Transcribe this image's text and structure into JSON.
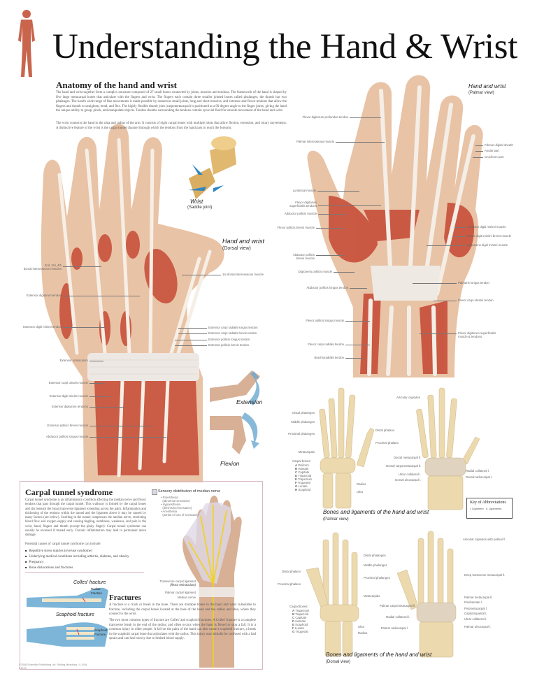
{
  "header": {
    "title": "Understanding the Hand & Wrist",
    "figure_icon": "human-muscle-figure-icon"
  },
  "anatomy": {
    "heading": "Anatomy of the hand and wrist",
    "paragraph1": "The hand and wrist together form a complex structure composed of 27 small bones connected by joints, muscles and tendons. The framework of the hand is shaped by five large metacarpal bones that articulate with the fingers and wrist. The fingers each contain three smaller jointed bones called phalanges; the thumb has two phalanges. The hand's wide range of fine movements is made possible by numerous small joints, long and short muscles, and extensor and flexor tendons that allow the fingers and thumb to straighten, bend, and flex. The highly flexible thumb joint (carpometacarpal) is positioned at a 90 degree angle to the finger joints, giving the hand the unique ability to grasp, pinch, and manipulate objects. Tendon sheaths surrounding the tendons contain synovial fluid for smooth movement of the hand and wrist.",
    "paragraph2": "The wrist connects the hand to the ulna and radius of the arm. It consists of eight carpal bones with multiple joints that allow flexion, extension, and rotary movements. A distinctive feature of the wrist is the carpal tunnel channel through which the tendons from the hand pass to reach the forearm."
  },
  "wrist_joint": {
    "title": "Wrist",
    "subtitle": "(Saddle joint)"
  },
  "dorsal": {
    "title": "Hand and wrist",
    "subtitle": "(Dorsal view)",
    "labels_left": [
      "2nd, 3rd, 4th\ndorsal interosseous muscles",
      "Extensor digitorum tendon",
      "Extensor digiti minimi tendon",
      "Extensor retinaculum",
      "Extensor carpi ulnaris muscle",
      "Extensor digiti minimi muscle",
      "Extensor digitorum tendons",
      "Extensor pollicis brevis muscle",
      "Abductor pollicis longus muscle"
    ],
    "labels_right": [
      "1st dorsal interosseous muscle",
      "Extensor carpi radialis longus tendon",
      "Extensor carpi radialis brevis tendon",
      "Extensor pollicis longus tendon",
      "Extensor pollicis brevis tendon"
    ]
  },
  "movement": {
    "extension": "Extension",
    "flexion": "Flexion"
  },
  "palmar": {
    "title": "Hand and wrist",
    "subtitle": "(Palmar view)",
    "labels_left": [
      "Flexor digitorum profundus tendon",
      "Palmar interosseous muscle",
      "Lumbrical muscle",
      "Flexor digitorum\nsuperficialis tendons",
      "Adductor pollicis muscle",
      "Flexor pollicis brevis muscle",
      "Abductor pollicis\nbrevis muscle",
      "Opponens pollicis muscle",
      "Abductor pollicis longus tendon",
      "Flexor pollicis longus muscle",
      "Flexor carpi radialis tendon",
      "Brachioradialis tendon"
    ],
    "labels_right": [
      "Fibrous digital sheath",
      "Anular part",
      "Cruciform part",
      "Abductor digiti minimi muscle",
      "Flexor digiti minimi brevis muscle",
      "Opponens digiti minimi muscle",
      "Palmaris longus tendon",
      "Flexor carpi ulnaris tendon",
      "Flexor digitorum superficialis\nmuscle & tendons"
    ]
  },
  "bones_palmar": {
    "caption": "Bones and ligaments of the hand and wrist",
    "subcaption": "(Palmar view)",
    "bone_labels": [
      "Distal phalanges",
      "Middle phalanges",
      "Proximal phalanges",
      "Metacarpals",
      "Carpal bones:",
      "Distal phalanx",
      "Proximal phalanx",
      "Radius",
      "Ulna"
    ],
    "carpals": [
      {
        "letter": "A",
        "name": "Pisiform"
      },
      {
        "letter": "B",
        "name": "Hamate"
      },
      {
        "letter": "C",
        "name": "Capitate"
      },
      {
        "letter": "D",
        "name": "Trapezoid"
      },
      {
        "letter": "E",
        "name": "Trapezium"
      },
      {
        "letter": "F",
        "name": "Triquetral"
      },
      {
        "letter": "G",
        "name": "Lunate"
      },
      {
        "letter": "H",
        "name": "Scaphoid"
      }
    ],
    "ligament_labels": [
      "Articular capsules",
      "Dorsal metacarpal ll.",
      "Dorsal carpometacarpal ll.",
      "Ulnar collateral l.",
      "Dorsal ulnocarpal l.",
      "Radial collateral l.",
      "Dorsal radiocarpal l."
    ]
  },
  "key": {
    "title": "Key of Abbreviations",
    "items": [
      "l. Ligament",
      "ll. Ligaments"
    ]
  },
  "bones_dorsal": {
    "caption": "Bones and ligaments of the hand and wrist",
    "subcaption": "(Dorsal view)",
    "bone_labels": [
      "Distal phalanges",
      "Middle phalanges",
      "Proximal phalanges",
      "Metacarpals",
      "Distal phalanx",
      "Proximal phalanx",
      "Carpal bones:",
      "Ulna",
      "Radius"
    ],
    "carpals": [
      {
        "letter": "A",
        "name": "Trapezium"
      },
      {
        "letter": "B",
        "name": "Trapezoid"
      },
      {
        "letter": "C",
        "name": "Capitate"
      },
      {
        "letter": "D",
        "name": "Hamate"
      },
      {
        "letter": "E",
        "name": "Scaphoid"
      },
      {
        "letter": "F",
        "name": "Lunate"
      },
      {
        "letter": "G",
        "name": "Triquetral"
      }
    ],
    "ligament_labels": [
      "Articular capsules with palmar ll.",
      "Deep transverse metacarpal ll.",
      "Palmar metacarpal ll.",
      "Pisohamate l.",
      "Palmar carpometacarpal ll.",
      "Pisometacarpal l.",
      "Capitotriquetral l.",
      "Radial collateral l.",
      "Ulnar collateral l.",
      "Palmar radiocarpal l.",
      "Palmar ulnocarpal l."
    ]
  },
  "carpal_tunnel": {
    "heading": "Carpal tunnel syndrome",
    "body": "Carpal tunnel syndrome is an inflammatory condition affecting the median nerve and flexor tendons that pass through the carpal tunnel. This walkway is formed by the carpal bones and sits beneath the broad transverse ligament extending across the palm. Inflammation and thickening of the tendons within the tunnel and the ligament above it may be caused by many factors (see below). Swelling in the tunnel compresses the median nerve, restricting blood flow and oxygen supply and causing tingling, numbness, weakness, and pain in the wrist, hand, fingers and thumb (except the pinky finger). Carpal tunnel syndrome can usually be reversed if treated early. Chronic inflammation may lead to permanent nerve damage.",
    "causes_intro": "Potential causes of carpal tunnel syndrome can include:",
    "causes": [
      "Repetitive stress injuries (overuse syndrome)",
      "Underlying medical conditions including arthritis, diabetes, and obesity",
      "Pregnancy",
      "Bone dislocations and fractures"
    ],
    "sensory_title": "Sensory distribution of median nerve",
    "sensory_items": [
      {
        "term": "Paresthesia",
        "desc": "(abnormal sensation)"
      },
      {
        "term": "Hypoesthesia",
        "desc": "(diminished sensation)"
      },
      {
        "term": "Anesthesia",
        "desc": "(partial or loss of sensation)"
      }
    ],
    "nerve_labels": [
      "Transverse carpal ligament",
      "(flexor retinaculum)",
      "Palmar carpal ligament",
      "Median nerve"
    ],
    "nerve_color": "#f2d21a"
  },
  "fractures": {
    "heading": "Fractures",
    "body1": "A fracture is a crack or break in the bone. There are multiple bones in the hand and wrist vulnerable to fracture, including the carpal bones located at the base of the hand and the radius and ulna, where they connect to the wrist.",
    "body2": "The two most common types of fracture are Colles' and scaphoid fractures. A Colles' fracture is a complete transverse break in the end of the radius, and often occurs when the hand is flexed to stop a fall. It is a common injury in older people. A fall on the palm of the hand can also cause a scaphoid fracture, a break in the scaphoid carpal bone that articulates with the radius. This injury may initially be confused with a bad sprain and can heal slowly due to limited blood supply.",
    "colles": {
      "title": "Colles' fracture",
      "labels": [
        "Radius",
        "Fracture"
      ]
    },
    "scaphoid": {
      "title": "Scaphoid fracture",
      "labels": [
        "Scaphoid",
        "Fracture"
      ]
    }
  },
  "footer": {
    "copyright": "©2008 Scientific Publishing Ltd. Rolling Meadows, IL USA",
    "code": "#1519"
  },
  "colors": {
    "skin": "#e9c3a6",
    "muscle": "#c8513c",
    "tendon": "#f3ece4",
    "bone": "#ecd9ae",
    "box_border": "#d9b7c2",
    "arrow_blue": "#6aa7cf"
  }
}
